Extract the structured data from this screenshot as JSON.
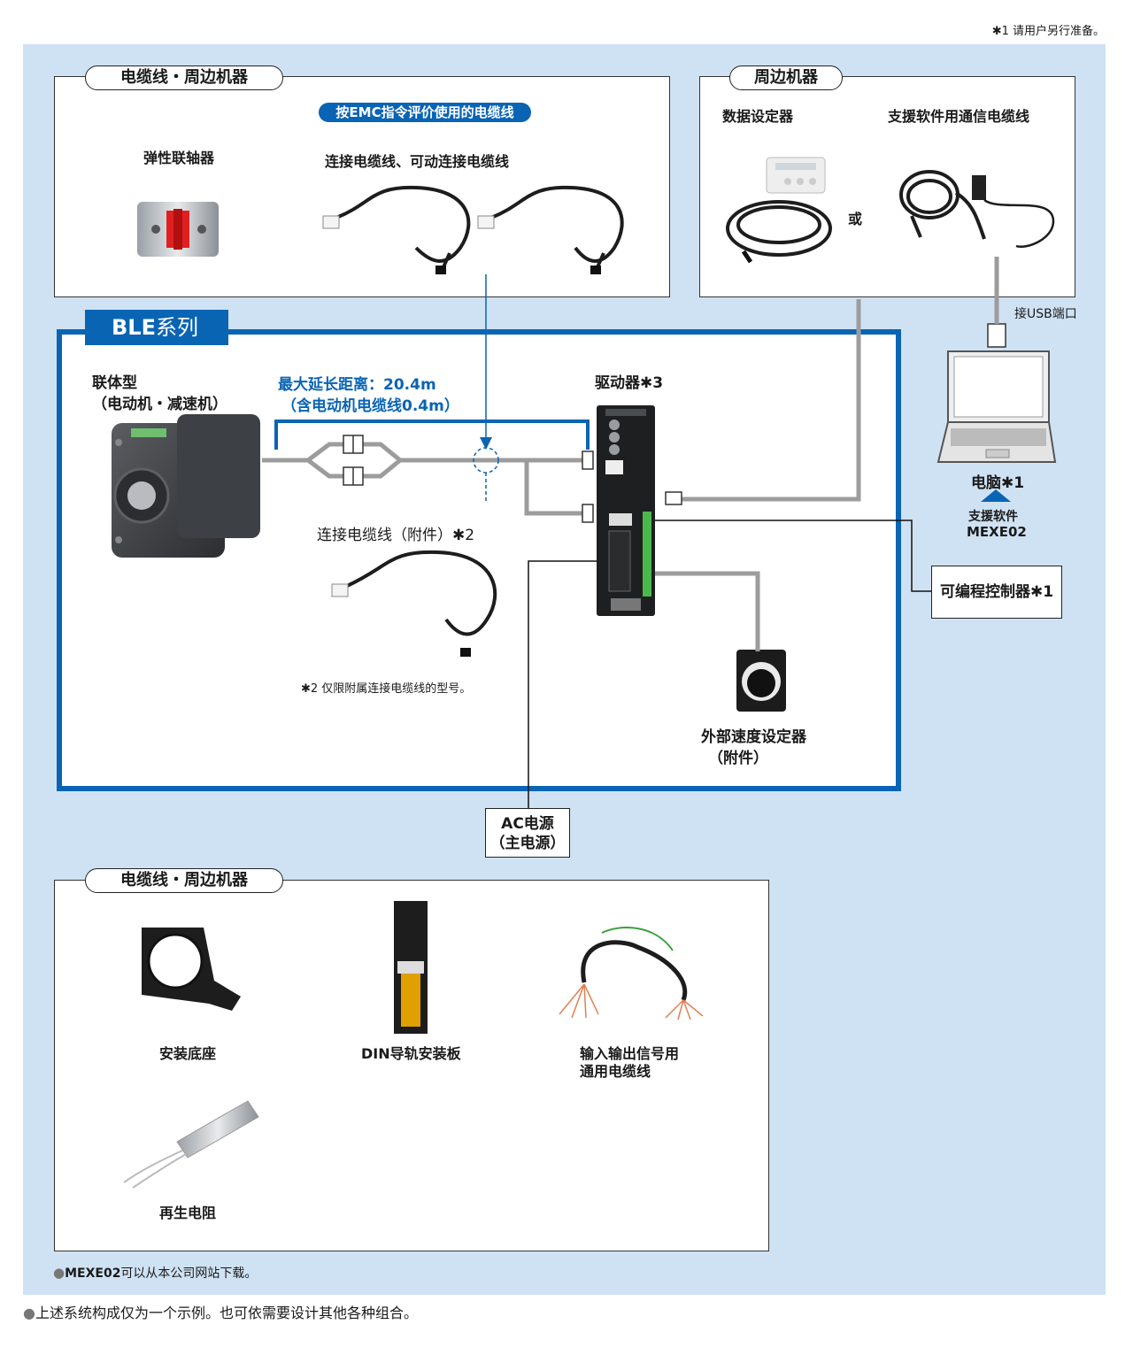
{
  "top_note": "✱1 请用户另行准备。",
  "peripheral_top_left": {
    "title": "电缆线・周边机器",
    "emc_badge": "按EMC指令评价使用的电缆线",
    "coupling_label": "弹性联轴器",
    "cable_label": "连接电缆线、可动连接电缆线"
  },
  "peripheral_top_right": {
    "title": "周边机器",
    "data_setter_label": "数据设定器",
    "comm_cable_label": "支援软件用通信电缆线",
    "or_label": "或",
    "usb_label": "接USB端口"
  },
  "ble": {
    "series_bold": "BLE",
    "series_suffix": "系列",
    "motor_line1": "联体型",
    "motor_line2": "（电动机・减速机）",
    "max_ext_line1": "最大延长距离：20.4m",
    "max_ext_line2": "（含电动机电缆线0.4m）",
    "driver_label": "驱动器✱3",
    "cable_accessory_label": "连接电缆线（附件）✱2",
    "note2": "✱2 仅限附属连接电缆线的型号。",
    "speed_setter_line1": "外部速度设定器",
    "speed_setter_line2": "（附件）"
  },
  "pc": {
    "label": "电脑✱1",
    "software_line1": "支援软件",
    "software_line2": "MEXE02"
  },
  "plc_label": "可编程控制器✱1",
  "ac_power": {
    "line1": "AC电源",
    "line2": "（主电源）"
  },
  "peripheral_bottom": {
    "title": "电缆线・周边机器",
    "mount_label": "安装底座",
    "din_label": "DIN导轨安装板",
    "io_cable_line1": "输入输出信号用",
    "io_cable_line2": "通用电缆线",
    "resistor_label": "再生电阻"
  },
  "mexe_note_bold": "MEXE02",
  "mexe_note_rest": "可以从本公司网站下载。",
  "footer_note": "上述系统构成仅为一个示例。也可依需要设计其他各种组合。",
  "colors": {
    "panel_bg": "#cfe2f3",
    "ble_blue": "#0a64b4",
    "cable_gray": "#999999"
  }
}
